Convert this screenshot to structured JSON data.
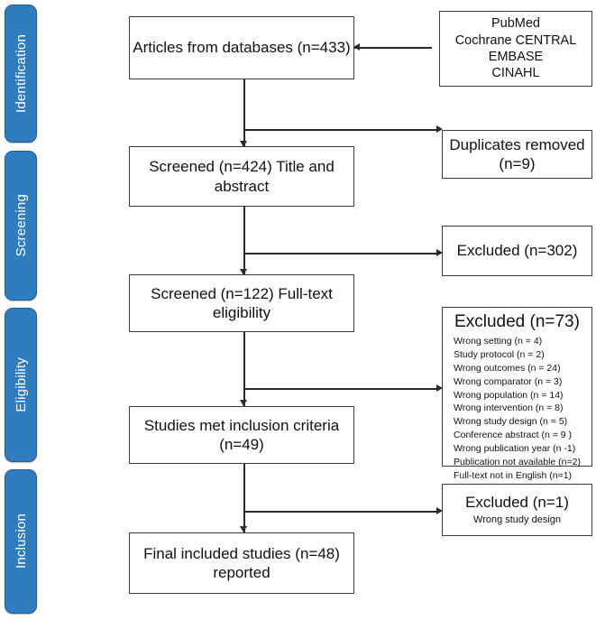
{
  "diagram": {
    "title": "PRISMA study selection flow diagram",
    "accent_color": "#2f7cbf",
    "accent_border_color": "#1f5d93",
    "line_color": "#2a2a2a",
    "box_border_color": "#3c3c3c",
    "background_color": "#ffffff"
  },
  "stages": [
    {
      "label": "Identification"
    },
    {
      "label": "Screening"
    },
    {
      "label": "Eligibility"
    },
    {
      "label": "Inclusion"
    }
  ],
  "source_box": {
    "lines": [
      "PubMed",
      "Cochrane CENTRAL",
      "EMBASE",
      "CINAHL"
    ]
  },
  "main_boxes": [
    {
      "lines": [
        "Articles from databases (n=433)"
      ]
    },
    {
      "lines": [
        "Screened (n=424) Title and",
        "abstract"
      ]
    },
    {
      "lines": [
        "Screened (n=122) Full-text",
        "eligibility"
      ]
    },
    {
      "lines": [
        "Studies met inclusion criteria",
        "(n=49)"
      ]
    },
    {
      "lines": [
        "Final included studies (n=48)",
        "reported"
      ]
    }
  ],
  "side_boxes": {
    "duplicates": {
      "lines": [
        "Duplicates removed",
        "(n=9)"
      ]
    },
    "excluded_title_abstract": {
      "lines": [
        "Excluded (n=302)"
      ]
    },
    "excluded_fulltext": {
      "title": "Excluded (n=73)",
      "reasons": [
        "Wrong setting (n = 4)",
        "Study protocol (n = 2)",
        "Wrong outcomes (n = 24)",
        "Wrong comparator (n = 3)",
        "Wrong population (n = 14)",
        "Wrong intervention (n = 8)",
        "Wrong study design (n = 5)",
        "Conference abstract (n = 9 )",
        "Wrong publication year (n -1)",
        "Publication not available  (n=2)",
        "Full-text not in English (n=1)"
      ]
    },
    "excluded_final": {
      "title": "Excluded (n=1)",
      "note": "Wrong study design"
    }
  }
}
